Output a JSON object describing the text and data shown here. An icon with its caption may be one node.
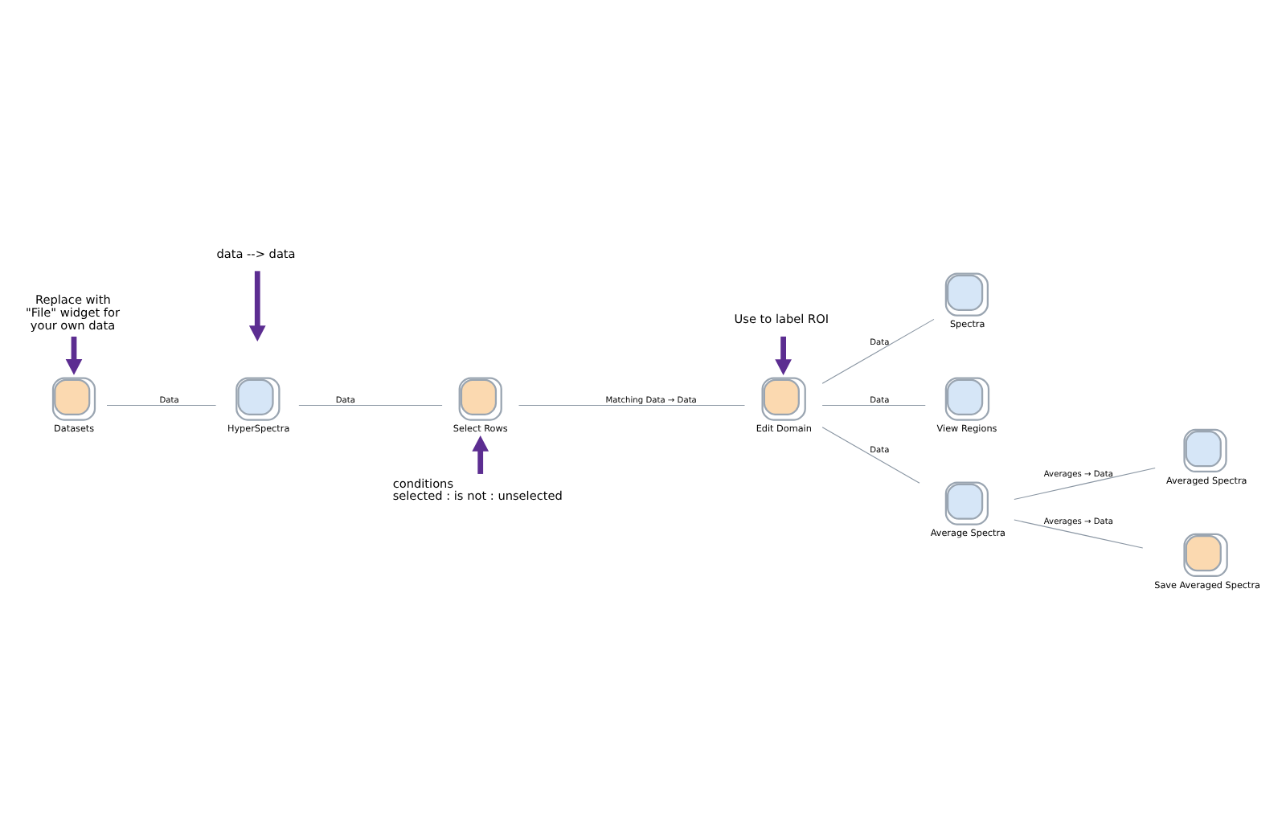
{
  "diagram": {
    "nodes": [
      {
        "text": [
          "Datasets"
        ]
      },
      {
        "text": [
          "HyperSpectra"
        ]
      },
      {
        "text": [
          "Select Rows"
        ]
      },
      {
        "text": [
          "Edit Domain"
        ]
      },
      {
        "text": [
          "Spectra"
        ]
      },
      {
        "text": [
          "View Regions"
        ]
      },
      {
        "text": [
          "Average Spectra"
        ]
      },
      {
        "text": [
          "Averaged Spectra"
        ]
      },
      {
        "text": [
          "Save Averaged Spectra"
        ]
      },
      {
        "text": [
          "Replace with \"File\" widget for your own data"
        ]
      },
      {
        "text": [
          "data --> data"
        ]
      },
      {
        "text": [
          "Use to label ROI"
        ]
      },
      {
        "text": [
          "conditions selected : is not : unselected"
        ]
      }
    ],
    "edges": [
      {
        "from": 0,
        "to": 1,
        "arrow": "none",
        "label": "Data"
      },
      {
        "from": 1,
        "to": 2,
        "arrow": "none",
        "label": "Data"
      },
      {
        "from": 2,
        "to": 3,
        "arrow": "none",
        "label": "Matching Data → Data"
      },
      {
        "from": 3,
        "to": 4,
        "arrow": "none",
        "label": "Data"
      },
      {
        "from": 3,
        "to": 5,
        "arrow": "none",
        "label": "Data"
      },
      {
        "from": 3,
        "to": 6,
        "arrow": "none",
        "label": "Data"
      },
      {
        "from": 6,
        "to": 7,
        "arrow": "none",
        "label": "Averages → Data"
      },
      {
        "from": 6,
        "to": 8,
        "arrow": "none",
        "label": "Averages → Data"
      },
      {
        "from": 9,
        "to": 0,
        "arrow": "to",
        "style": "thick",
        "color": "#5c2d91"
      },
      {
        "from": 10,
        "to": null,
        "arrow": "to",
        "style": "thick",
        "color": "#5c2d91"
      },
      {
        "from": 11,
        "to": 3,
        "arrow": "to",
        "style": "thick",
        "color": "#5c2d91"
      },
      {
        "from": 12,
        "to": 2,
        "arrow": "to",
        "style": "thick",
        "color": "#5c2d91"
      }
    ]
  }
}
